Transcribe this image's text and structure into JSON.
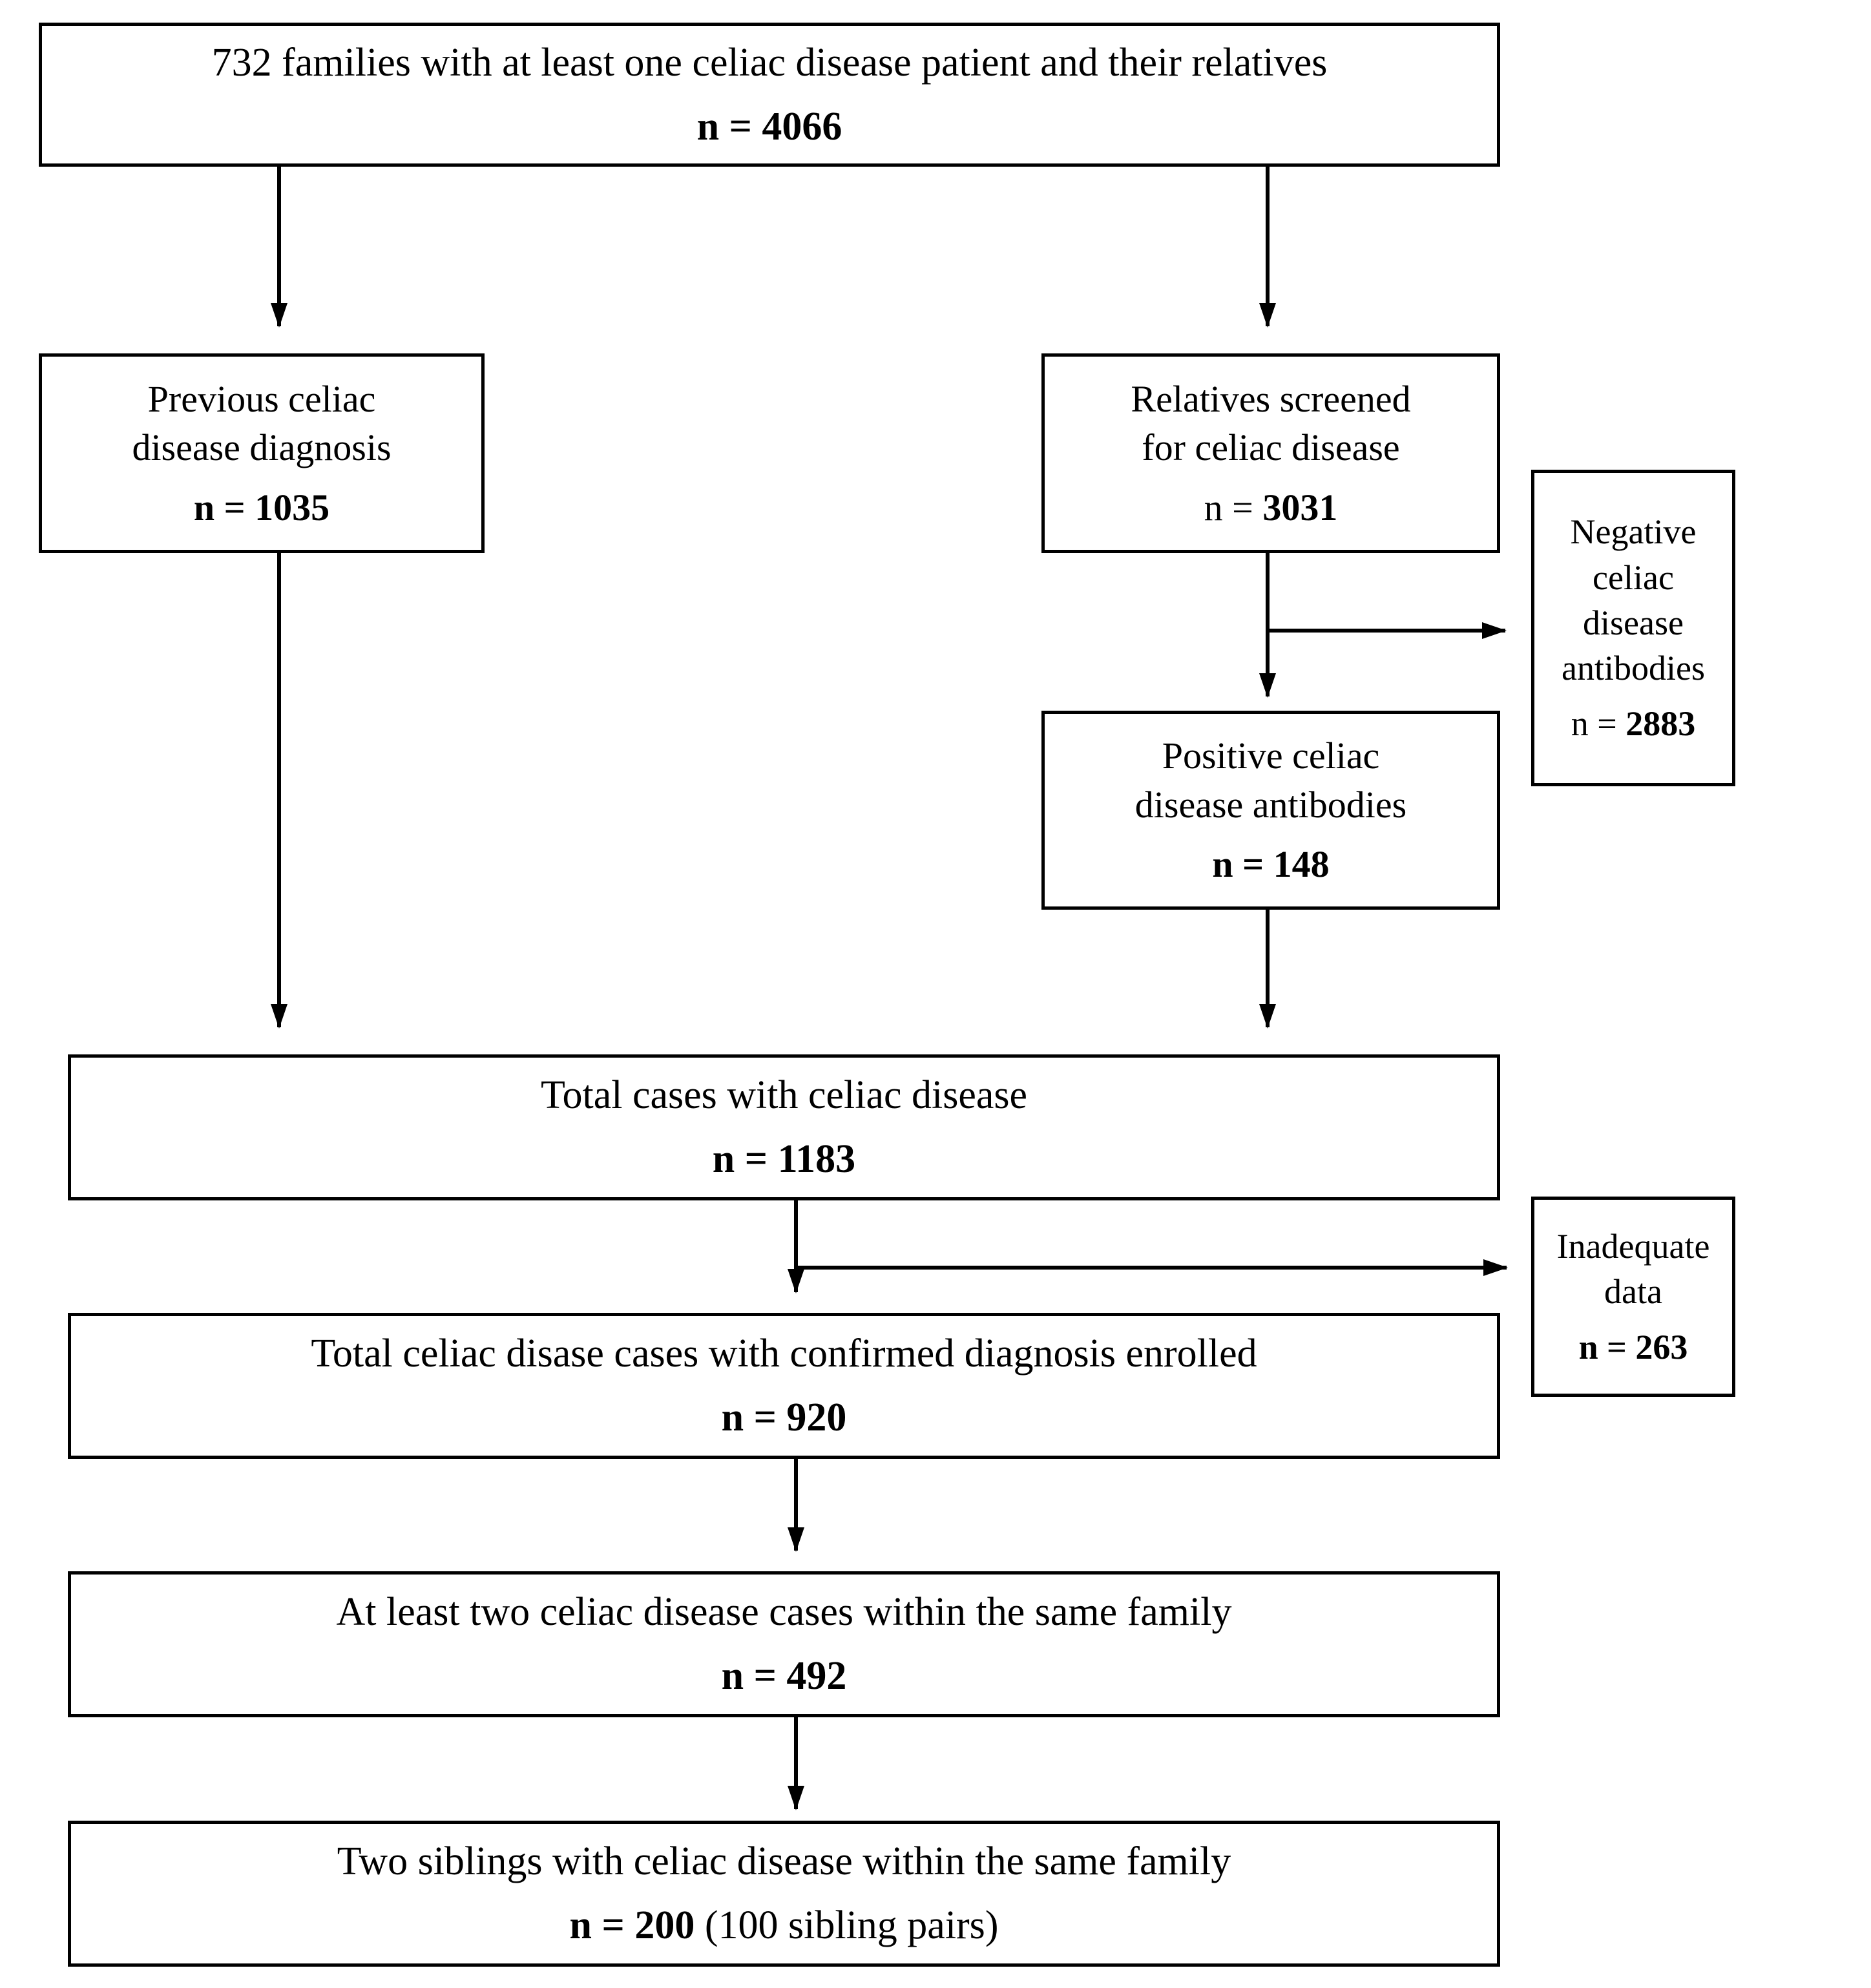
{
  "diagram": {
    "title": "Celiac disease family study participant flow",
    "type": "flowchart",
    "colors": {
      "box_border": "#000000",
      "background": "#ffffff",
      "text": "#000000",
      "connector": "#000000"
    },
    "nodes": [
      {
        "id": "cohort",
        "line1": "732 families with at least one celiac disease patient and their relatives",
        "n_label": "n = 4066"
      },
      {
        "id": "previous-diagnosis",
        "line1": "Previous celiac",
        "line2": "disease diagnosis",
        "n_label": "n = 1035"
      },
      {
        "id": "relatives-screened",
        "line1": "Relatives screened",
        "line2": "for celiac disease",
        "n_prefix": "n = ",
        "n_value": "3031"
      },
      {
        "id": "negative-antibodies",
        "line1": "Negative",
        "line2": "celiac",
        "line3": "disease",
        "line4": "antibodies",
        "n_prefix": "n = ",
        "n_value": "2883"
      },
      {
        "id": "positive-antibodies",
        "line1": "Positive celiac",
        "line2": "disease antibodies",
        "n_label": "n = 148"
      },
      {
        "id": "total-cases",
        "line1": "Total cases with celiac disease",
        "n_label": "n = 1183"
      },
      {
        "id": "inadequate-data",
        "line1": "Inadequate",
        "line2": "data",
        "n_label": "n = 263"
      },
      {
        "id": "confirmed-enrolled",
        "line1": "Total celiac disase cases with confirmed diagnosis enrolled",
        "n_label": "n = 920"
      },
      {
        "id": "two-cases-family",
        "line1": "At least two celiac disease cases within the same family",
        "n_label": "n = 492"
      },
      {
        "id": "sibling-pairs",
        "line1": "Two siblings with celiac disease within the same family",
        "n_label": "n = 200",
        "n_suffix": "(100 sibling pairs)"
      }
    ],
    "edges": [
      {
        "id": "cohort-to-previous-diagnosis",
        "from": "cohort",
        "to": "previous-diagnosis",
        "arrow": "down"
      },
      {
        "id": "cohort-to-relatives-screened",
        "from": "cohort",
        "to": "relatives-screened",
        "arrow": "down"
      },
      {
        "id": "previous-diagnosis-to-total-cases",
        "from": "previous-diagnosis",
        "to": "total-cases",
        "arrow": "down"
      },
      {
        "id": "relatives-screened-to-negative-antibodies",
        "from": "relatives-screened",
        "to": "negative-antibodies",
        "arrow": "right"
      },
      {
        "id": "relatives-screened-to-positive-antibodies",
        "from": "relatives-screened",
        "to": "positive-antibodies",
        "arrow": "down"
      },
      {
        "id": "positive-antibodies-to-total-cases",
        "from": "positive-antibodies",
        "to": "total-cases",
        "arrow": "down"
      },
      {
        "id": "total-cases-to-inadequate-data",
        "from": "total-cases",
        "to": "inadequate-data",
        "arrow": "right"
      },
      {
        "id": "total-cases-to-confirmed-enrolled",
        "from": "total-cases",
        "to": "confirmed-enrolled",
        "arrow": "down"
      },
      {
        "id": "confirmed-enrolled-to-two-cases-family",
        "from": "confirmed-enrolled",
        "to": "two-cases-family",
        "arrow": "down"
      },
      {
        "id": "two-cases-family-to-sibling-pairs",
        "from": "two-cases-family",
        "to": "sibling-pairs",
        "arrow": "down"
      }
    ]
  }
}
